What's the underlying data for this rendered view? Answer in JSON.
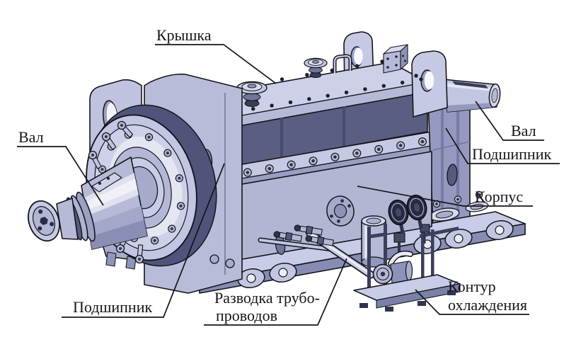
{
  "palette": {
    "background": "#ffffff",
    "line": "#15151b",
    "body_light": "#cdd0e8",
    "body_mid": "#b2b6d3",
    "body_dark": "#5a5e82",
    "metal_shadow": "#8d92b8"
  },
  "labels": {
    "cover": "Крышка",
    "shaft_left": "Вал",
    "shaft_right": "Вал",
    "bearing_right": "Подшипник",
    "housing": "Корпус",
    "cooling_line1": "Контур",
    "cooling_line2": "охлаждения",
    "piping_line1": "Разводка трубо-",
    "piping_line2": "проводов",
    "bearing_left": "Подшипник"
  }
}
